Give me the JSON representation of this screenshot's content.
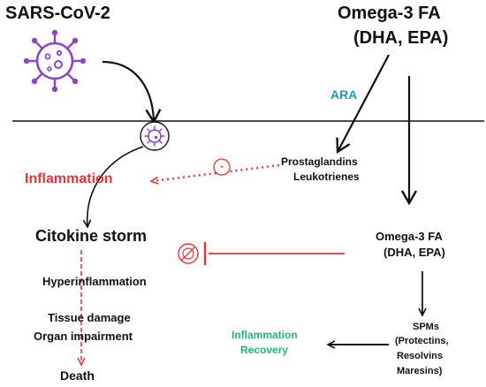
{
  "labels": {
    "sars": "SARS-CoV-2",
    "omega_top_1": "Omega-3 FA",
    "omega_top_2": "(DHA, EPA)",
    "ara": "ARA",
    "prostaglandins": "Prostaglandins",
    "leukotrienes": "Leukotrienes",
    "inflammation": "Inflammation",
    "cytokine_storm": "Citokine storm",
    "omega_mid_1": "Omega-3 FA",
    "omega_mid_2": "(DHA, EPA)",
    "hyperinflammation": "Hyperinflammation",
    "tissue_damage": "Tissue damage",
    "organ_impairment": "Organ impairment",
    "spms": "SPMs",
    "protectins": "(Protectins,",
    "resolvins": "Resolvins",
    "maresins": "Maresins)",
    "inflammation_recovery_1": "Inflammation",
    "inflammation_recovery_2": "Recovery",
    "death": "Death",
    "inhibit_symbol": "-"
  },
  "icons": {
    "virus": "virus-icon",
    "cell_virus": "virus-in-cell-icon",
    "inhibition": "inhibition-circle-icon",
    "prohibition": "prohibited-icon"
  },
  "colors": {
    "text": "#111111",
    "ara": "#1a9bbd",
    "inflammation": "#e8333a",
    "recovery": "#22b573",
    "virus": "#8e44c9",
    "red_arrow": "#e8333a"
  }
}
